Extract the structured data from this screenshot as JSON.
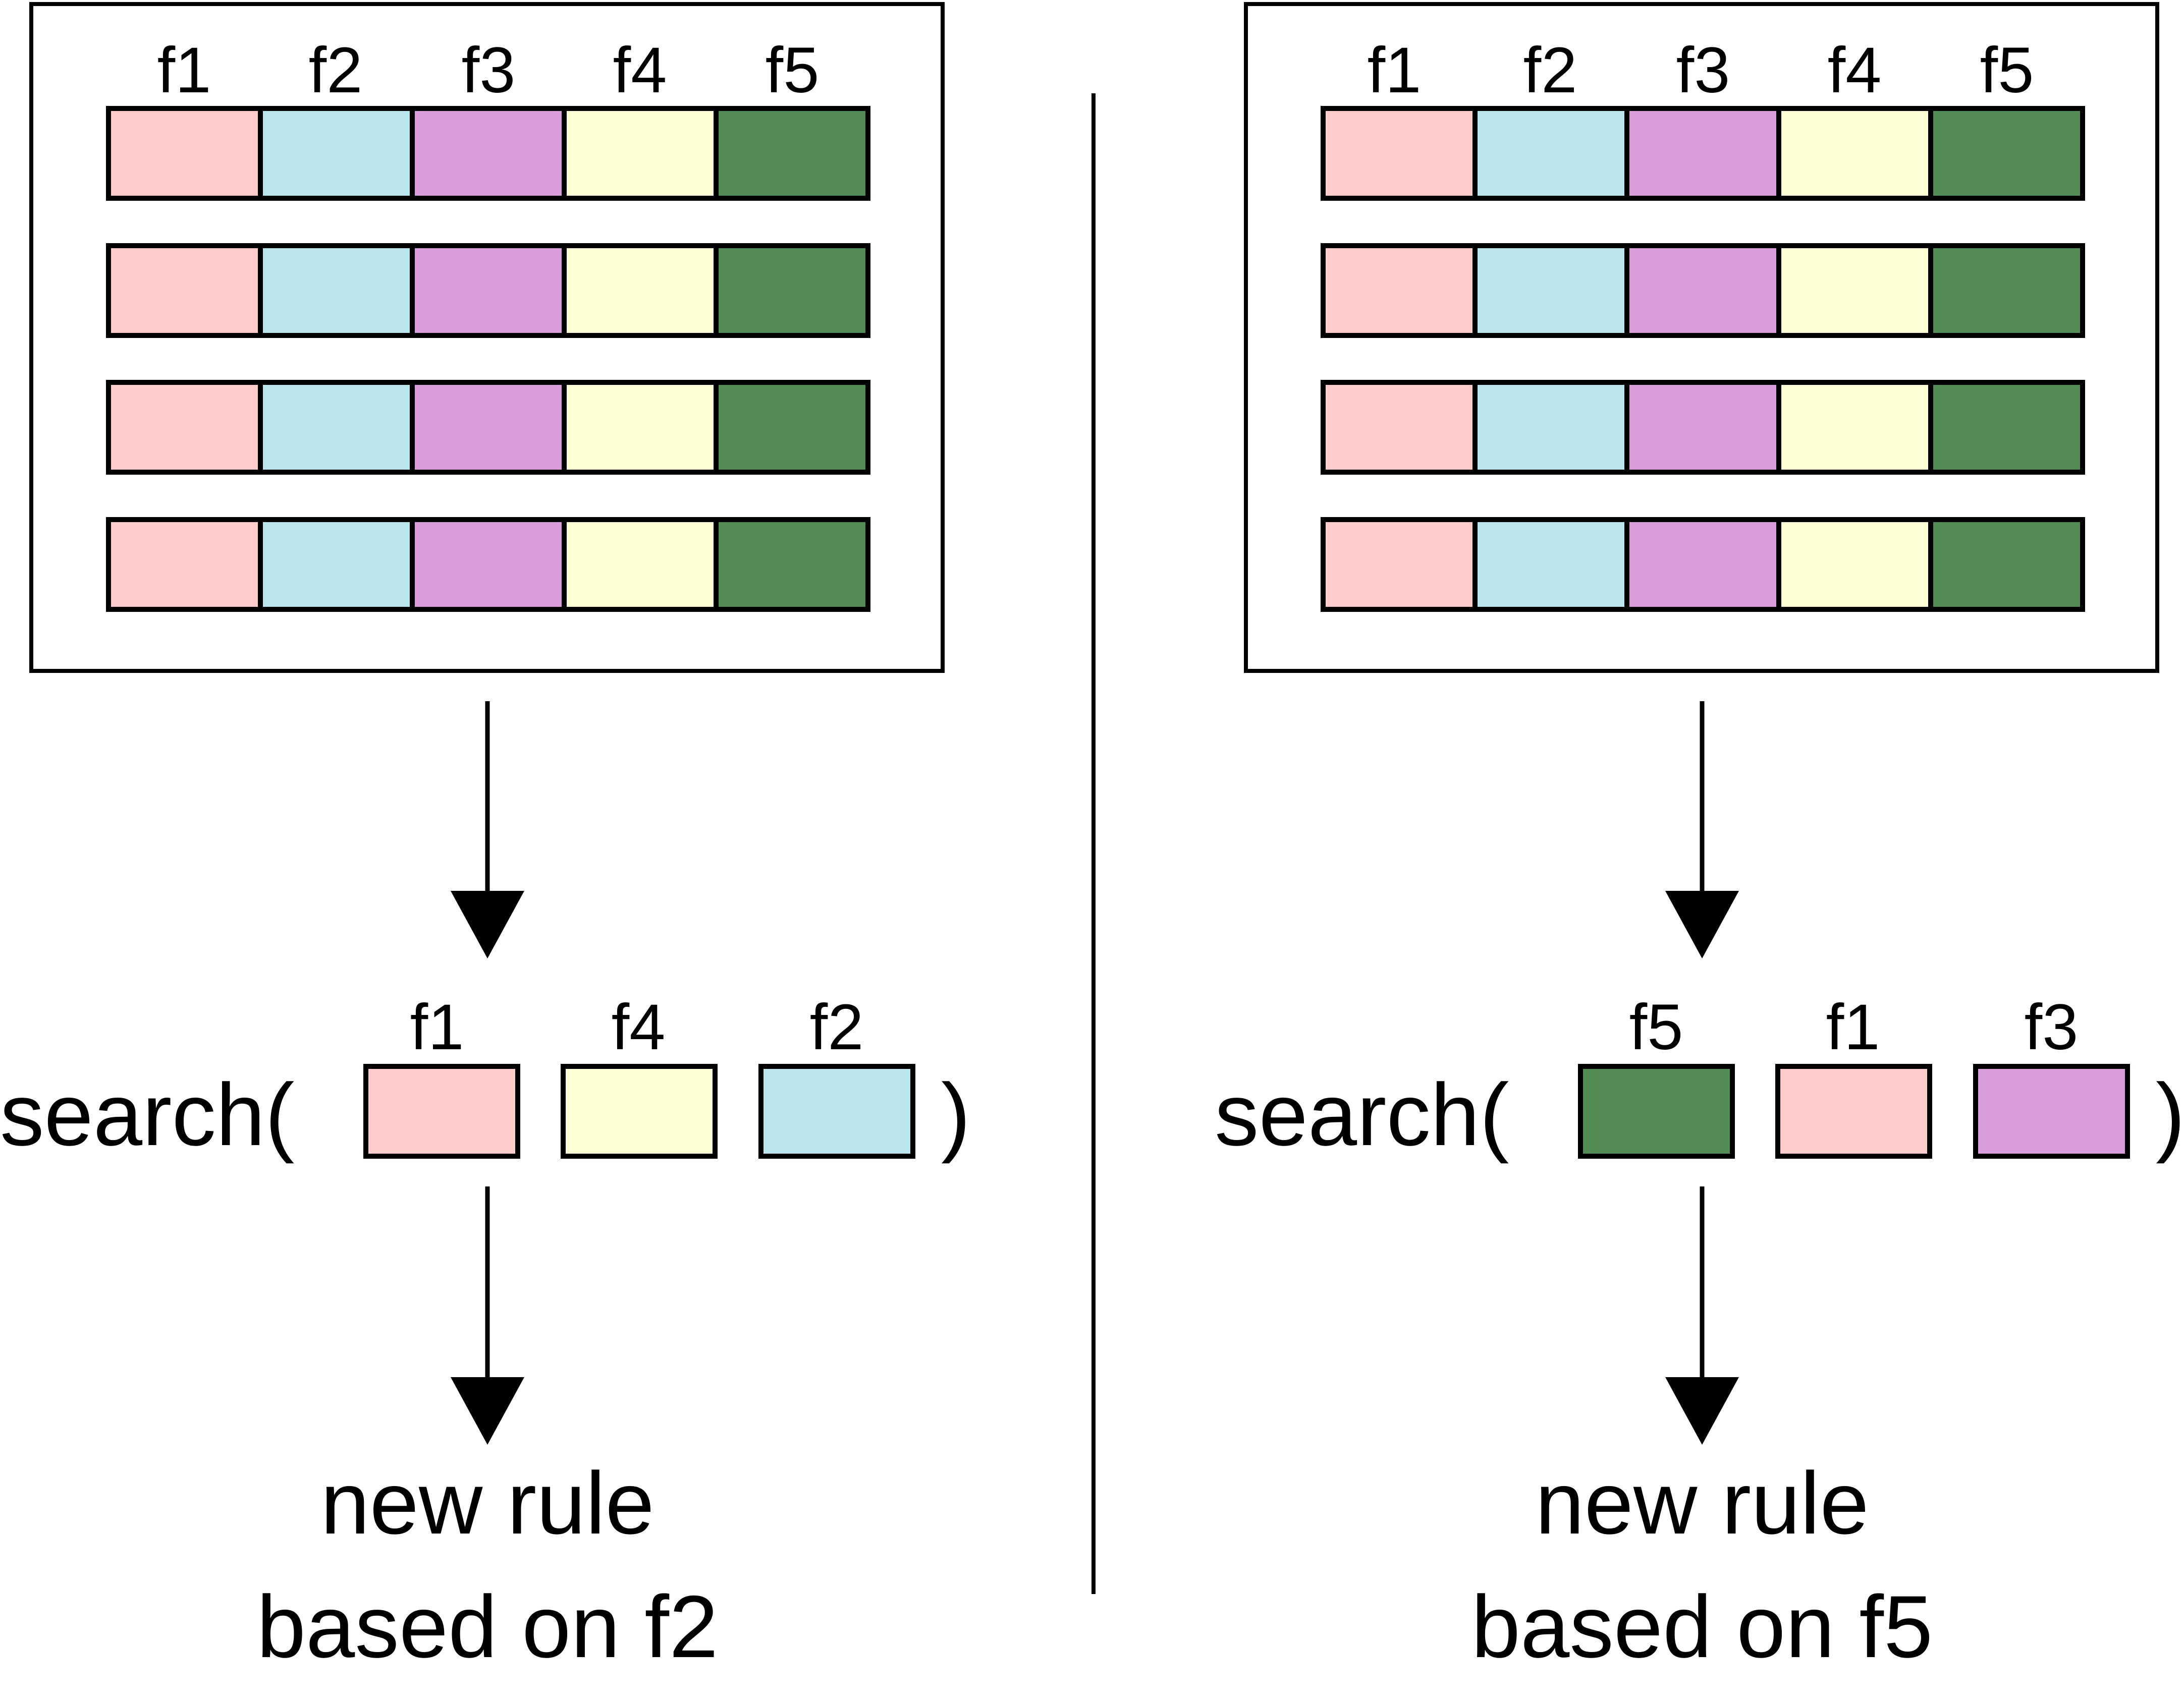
{
  "colors": {
    "f1": "#FFCCCC",
    "f2": "#BBE5EC",
    "f3": "#DA9DDB",
    "f4": "#FFFFD5",
    "f5": "#528B53",
    "stroke": "#000000",
    "background": "#FFFFFF"
  },
  "panels": [
    {
      "id": "left",
      "feature_headers": [
        "f1",
        "f2",
        "f3",
        "f4",
        "f5"
      ],
      "row_count": 4,
      "search_prefix": "search(",
      "search_suffix": ")",
      "search_features": [
        "f1",
        "f4",
        "f2"
      ],
      "result_line1": "new rule",
      "result_line2": "based on f2"
    },
    {
      "id": "right",
      "feature_headers": [
        "f1",
        "f2",
        "f3",
        "f4",
        "f5"
      ],
      "row_count": 4,
      "search_prefix": "search(",
      "search_suffix": ")",
      "search_features": [
        "f5",
        "f1",
        "f3"
      ],
      "result_line1": "new rule",
      "result_line2": "based on f5"
    }
  ]
}
